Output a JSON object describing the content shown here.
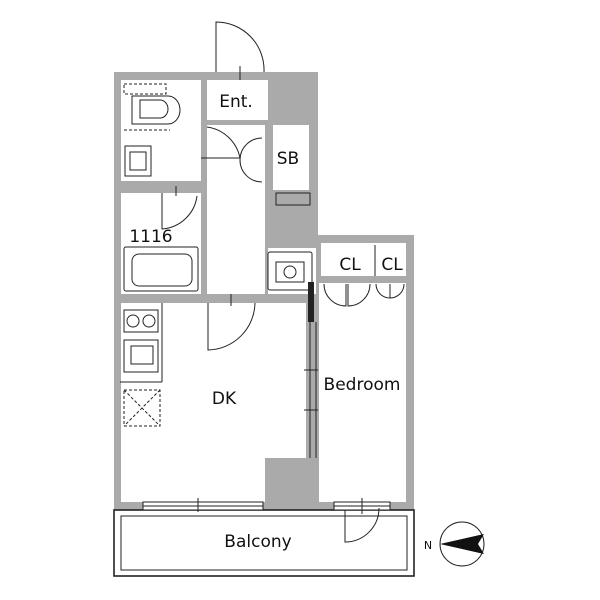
{
  "rooms": {
    "entrance": "Ent.",
    "shoe_box": "SB",
    "bath": "1116",
    "closet_1": "CL",
    "closet_2": "CL",
    "dining_kitchen": "DK",
    "bedroom": "Bedroom",
    "balcony": "Balcony"
  },
  "compass": {
    "direction_label": "N"
  }
}
